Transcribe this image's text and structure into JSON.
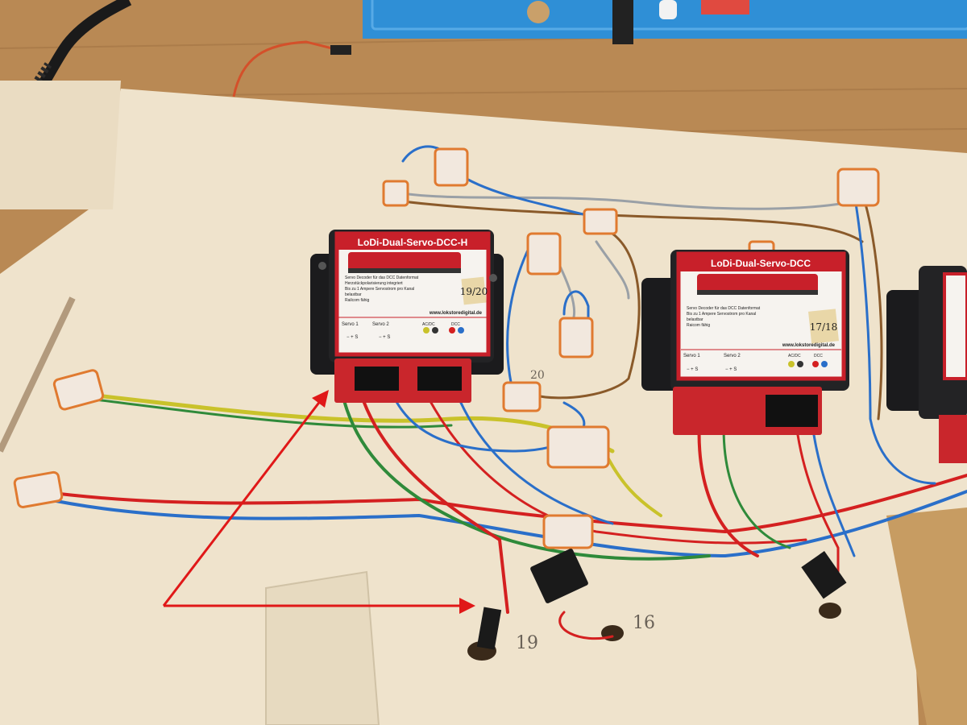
{
  "image": {
    "kind": "photo",
    "subject": "servo decoder wiring on plywood board"
  },
  "decoder_left": {
    "title": "LoDi-Dual-Servo-DCC-H",
    "features": [
      "Servo Decoder für das DCC Datenformat",
      "Herzstückpolarisierung integriert",
      "Bis zu 1 Ampere Servostrom pro Kanal",
      "belastbar",
      "Railcom fähig"
    ],
    "website": "www.lokstoredigital.de",
    "servo1": "Servo 1",
    "servo2": "Servo 2",
    "acdc": "AC/DC",
    "dcc": "DCC",
    "sticker": "19/20",
    "pins": "− + S"
  },
  "decoder_right": {
    "title": "LoDi-Dual-Servo-DCC",
    "features": [
      "Servo Decoder für das DCC Datenformat",
      "Bis zu 1 Ampere Servostrom pro Kanal",
      "belastbar",
      "Raicom fähig"
    ],
    "website": "www.lokstoredigital.de",
    "servo1": "Servo 1",
    "servo2": "Servo 2",
    "acdc": "AC/DC",
    "dcc": "DCC",
    "sticker": "17/18",
    "pins": "− + S"
  },
  "handwritten": {
    "mark_19": "19",
    "mark_16": "16",
    "mark_20": "20"
  },
  "colors": {
    "wood_board": "#efe3cc",
    "table": "#b98954",
    "decoder_body": "#1b1b1d",
    "label_red": "#c8202a",
    "arrow": "#e01818",
    "wire_red": "#d42020",
    "wire_blue": "#2a6fc9",
    "wire_green": "#2f8a3a",
    "wire_yellow": "#c9c22a",
    "wire_brown": "#8a5a2a",
    "wire_gray": "#9aa0a6",
    "mat_blue": "#2f8fd6"
  }
}
